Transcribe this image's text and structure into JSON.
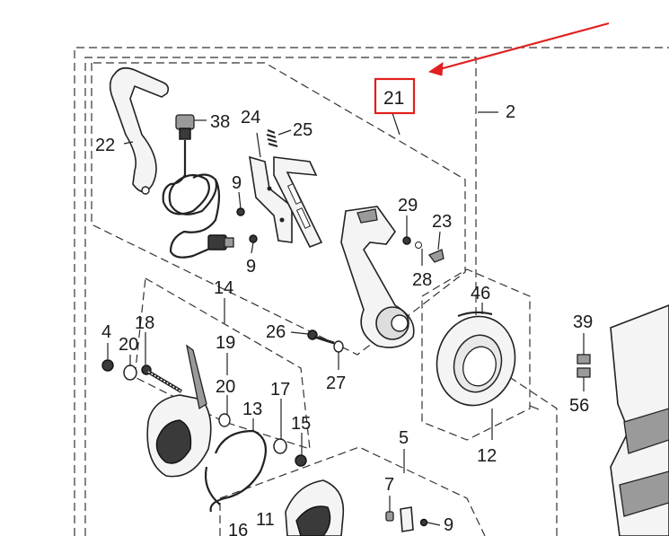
{
  "diagram": {
    "labels": {
      "l2": "2",
      "l4": "4",
      "l5": "5",
      "l7": "7",
      "l9a": "9",
      "l9b": "9",
      "l9c": "9",
      "l11": "11",
      "l12": "12",
      "l13": "13",
      "l14": "14",
      "l15": "15",
      "l16": "16",
      "l17": "17",
      "l18": "18",
      "l19": "19",
      "l20a": "20",
      "l20b": "20",
      "l21": "21",
      "l22": "22",
      "l23": "23",
      "l24": "24",
      "l25": "25",
      "l26": "26",
      "l27": "27",
      "l28": "28",
      "l29": "29",
      "l38": "38",
      "l39": "39",
      "l46": "46",
      "l56": "56"
    },
    "highlight": {
      "label": "21",
      "color": "#e0201e"
    }
  }
}
